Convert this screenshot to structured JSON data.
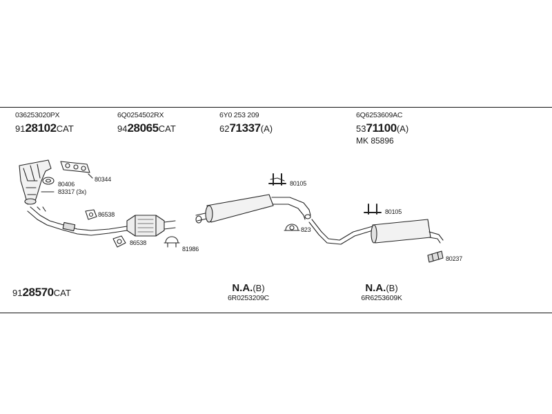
{
  "top_row": [
    {
      "oe": "036253020PX",
      "prefix": "91",
      "bold": "28102",
      "suffix": "CAT"
    },
    {
      "oe": "6Q0254502RX",
      "prefix": "94",
      "bold": "28065",
      "suffix": "CAT"
    },
    {
      "oe": "6Y0 253 209",
      "prefix": "62",
      "bold": "71337",
      "suffix": "(A)"
    },
    {
      "oe": "6Q6253609AC",
      "prefix": "53",
      "bold": "71100",
      "suffix": "(A)",
      "extra": "MK  85896"
    }
  ],
  "bottom_row": [
    {
      "prefix": "91",
      "bold": "28570",
      "suffix": "CAT"
    },
    {
      "bold": "N.A.",
      "suffix": "(B)",
      "oe": "6R0253209C"
    },
    {
      "bold": "N.A.",
      "suffix": "(B)",
      "oe": "6R6253609K"
    }
  ],
  "part_labels": {
    "p80344": "80344",
    "p80406": "80406",
    "p83317": "83317 (3x)",
    "p86538a": "86538",
    "p86538b": "86538",
    "p81986": "81986",
    "p80105a": "80105",
    "p823": "823",
    "p80105b": "80105",
    "p80237": "80237"
  }
}
